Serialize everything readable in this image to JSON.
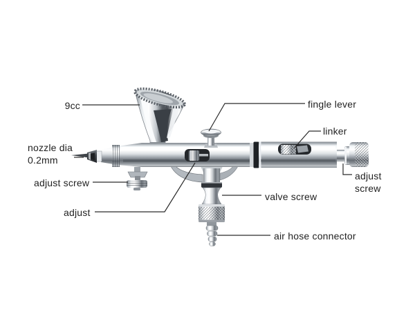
{
  "diagram": {
    "product": "gravity-feed dual-action airbrush parts diagram",
    "background": "#ffffff",
    "labels": {
      "cup_capacity": "9cc",
      "nozzle_dia": "nozzle dia\n0.2mm",
      "adjust_screw_left": "adjust screw",
      "adjust": "adjust",
      "fingle_lever": "fingle lever",
      "linker": "linker",
      "adjust_screw_right": "adjust\nscrew",
      "valve_screw": "valve screw",
      "air_hose_connector": "air hose connector"
    },
    "colors": {
      "label_text": "#1f1f1f",
      "leader_line": "#2a2a2a",
      "chrome_highlight": "#ffffff",
      "chrome_mid": "#b9bec4",
      "chrome_shadow": "#54595f",
      "cutout_dark": "#24272b"
    }
  }
}
